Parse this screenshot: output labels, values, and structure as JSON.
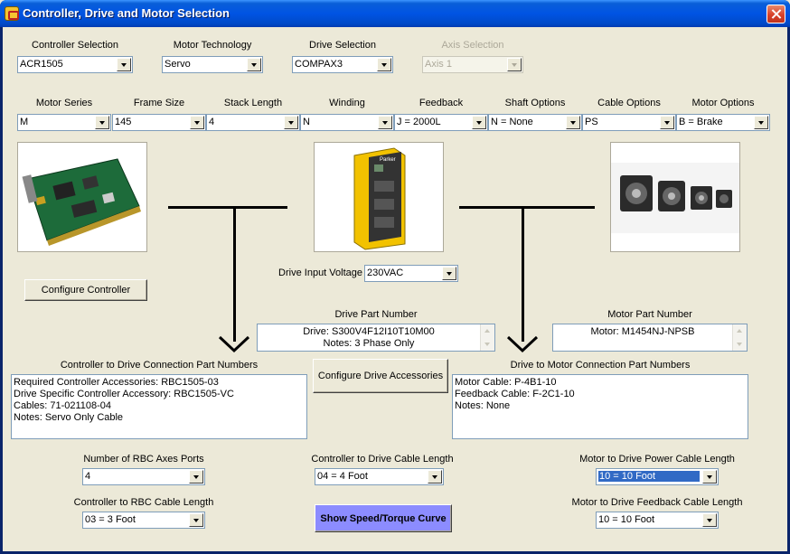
{
  "window": {
    "title": "Controller, Drive and Motor Selection"
  },
  "top_selectors": {
    "controller": {
      "label": "Controller Selection",
      "value": "ACR1505"
    },
    "motor_technology": {
      "label": "Motor Technology",
      "value": "Servo"
    },
    "drive": {
      "label": "Drive Selection",
      "value": "COMPAX3"
    },
    "axis": {
      "label": "Axis Selection",
      "value": "Axis 1"
    }
  },
  "motor_options": {
    "motor_series": {
      "label": "Motor Series",
      "value": "M"
    },
    "frame_size": {
      "label": "Frame Size",
      "value": "145"
    },
    "stack_length": {
      "label": "Stack Length",
      "value": "4"
    },
    "winding": {
      "label": "Winding",
      "value": "N"
    },
    "feedback": {
      "label": "Feedback",
      "value": "J = 2000L"
    },
    "shaft_options": {
      "label": "Shaft Options",
      "value": "N = None"
    },
    "cable_options": {
      "label": "Cable Options",
      "value": "PS"
    },
    "motor_options": {
      "label": "Motor Options",
      "value": "B = Brake"
    }
  },
  "drive_input_voltage": {
    "label": "Drive Input Voltage",
    "value": "230VAC"
  },
  "configure_controller_label": "Configure Controller",
  "configure_drive_accessories_label": "Configure Drive Accessories",
  "drive_part_number": {
    "label": "Drive Part Number",
    "lines": [
      "Drive: S300V4F12I10T10M00",
      "Notes: 3 Phase Only"
    ]
  },
  "motor_part_number": {
    "label": "Motor Part Number",
    "lines": [
      "Motor: M1454NJ-NPSB"
    ]
  },
  "controller_to_drive_connection": {
    "label": "Controller to Drive Connection Part Numbers",
    "lines": [
      "Required Controller Accessories: RBC1505-03",
      "Drive Specific Controller Accessory: RBC1505-VC",
      "Cables: 71-021108-04",
      "Notes: Servo Only Cable"
    ]
  },
  "drive_to_motor_connection": {
    "label": "Drive to Motor Connection Part Numbers",
    "lines": [
      "Motor Cable: P-4B1-10",
      "Feedback Cable: F-2C1-10",
      "Notes: None"
    ]
  },
  "bottom": {
    "rbc_axes_ports": {
      "label": "Number of RBC Axes Ports",
      "value": "4"
    },
    "controller_to_rbc_cable": {
      "label": "Controller to RBC Cable Length",
      "value": "03 = 3 Foot"
    },
    "controller_to_drive_cable": {
      "label": "Controller to Drive Cable Length",
      "value": "04 = 4 Foot"
    },
    "motor_to_drive_power_cable": {
      "label": "Motor to Drive Power Cable Length",
      "value": "10 = 10 Foot"
    },
    "motor_to_drive_feedback_cable": {
      "label": "Motor to Drive Feedback Cable Length",
      "value": "10 = 10 Foot"
    },
    "show_speed_torque_label": "Show Speed/Torque Curve"
  }
}
